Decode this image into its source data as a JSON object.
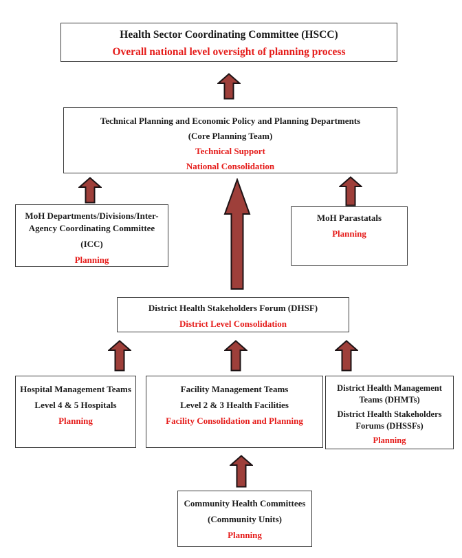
{
  "colors": {
    "text_black": "#1c1c1c",
    "text_red": "#e51c1a",
    "box_border": "#3b3b3b",
    "arrow_fill": "#9e3f3a",
    "arrow_stroke": "#1d1315",
    "background": "#ffffff"
  },
  "nodes": {
    "hscc": {
      "line1": "Health Sector Coordinating Committee (HSCC)",
      "line2": "Overall national level oversight of planning process"
    },
    "core_team": {
      "line1": "Technical Planning and Economic Policy and Planning Departments",
      "line2": "(Core Planning Team)",
      "line3": "Technical Support",
      "line4": "National Consolidation"
    },
    "icc": {
      "line1": "MoH Departments/Divisions/Inter-Agency Coordinating Committee",
      "line2": "(ICC)",
      "line3": "Planning"
    },
    "parastatals": {
      "line1": "MoH Parastatals",
      "line2": "Planning"
    },
    "dhsf": {
      "line1": "District Health Stakeholders Forum (DHSF)",
      "line2": "District Level Consolidation"
    },
    "hospital": {
      "line1": "Hospital Management Teams",
      "line2": "Level 4 & 5 Hospitals",
      "line3": "Planning"
    },
    "facility": {
      "line1": "Facility Management Teams",
      "line2": "Level 2 & 3 Health Facilities",
      "line3": "Facility Consolidation and Planning"
    },
    "dhmt": {
      "line1": "District Health Management Teams (DHMTs)",
      "line2": "District Health Stakeholders Forums (DHSSFs)",
      "line3": "Planning"
    },
    "community": {
      "line1": "Community Health Committees",
      "line2": "(Community Units)",
      "line3": "Planning"
    }
  }
}
